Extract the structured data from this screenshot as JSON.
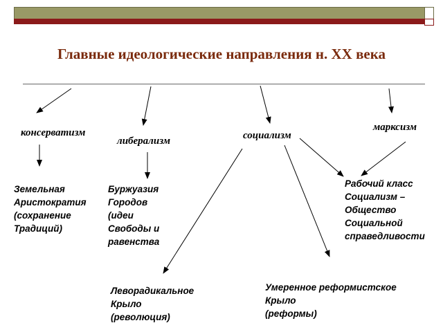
{
  "title": "Главные идеологические направления н. XX века",
  "branches": {
    "conservatism": "консерватизм",
    "liberalism": "либерализм",
    "socialism": "социализм",
    "marxism": "марксизм"
  },
  "notes": {
    "landed_aristocracy": [
      "Земельная",
      "Аристократия",
      "(сохранение",
      "Традиций)"
    ],
    "urban_bourgeoisie": [
      "Буржуазия",
      "Городов",
      "(идеи",
      "Свободы и",
      "равенства"
    ],
    "working_class": [
      "Рабочий класс",
      "Социализм –",
      "Общество",
      "Социальной",
      "справедливости"
    ],
    "left_radical_wing": [
      "Леворадикальное",
      "Крыло",
      "(революция)"
    ],
    "moderate_reformist_wing": [
      "Умеренное реформистское",
      "Крыло",
      "(реформы)"
    ]
  },
  "colors": {
    "title": "#7a2a0c",
    "header_olive": "#999966",
    "header_maroon": "#8b1a1a"
  }
}
